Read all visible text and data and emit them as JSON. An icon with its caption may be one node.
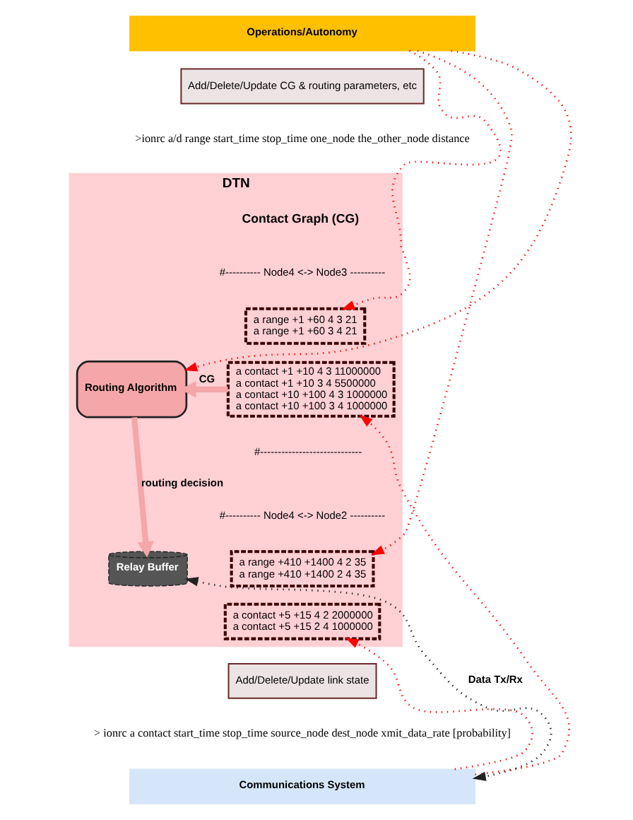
{
  "diagram": {
    "nodes": [
      {
        "text": [
          "Operations/Autonomy"
        ]
      },
      {
        "text": [
          "Add/Delete/Update CG & routing parameters, etc"
        ],
        "beside": [
          ">ionrc a/d range start_time stop_time one_node the_other_node distance"
        ]
      },
      {
        "text": [
          "DTN"
        ]
      },
      {
        "text": [
          "a range +1 +60 4 3 21",
          "a range +1 +60 3 4 21"
        ],
        "in": 2
      },
      {
        "text": [
          "a contact +1 +10 4 3 11000000",
          "a contact +1 +10 3 4 5500000",
          "a contact +10 +100 4 3 1000000",
          "a contact +10 +100 3 4 1000000"
        ],
        "in": 2
      },
      {
        "text": [
          "a range +410 +1400 4 2 35",
          "a range +410 +1400 2 4 35"
        ],
        "in": 2
      },
      {
        "text": [
          "a contact +5 +15 4 2 2000000",
          "a contact +5 +15 2 4 1000000"
        ],
        "in": 2
      },
      {
        "text": [
          "Routing Algorithm"
        ],
        "in": 2
      },
      {
        "text": [
          "Relay Buffer"
        ],
        "in": 2
      },
      {
        "text": [
          "Add/Delete/Update link state"
        ],
        "beside": [
          "> ionrc a contact start_time stop_time source_node dest_node xmit_data_rate [probability]"
        ]
      },
      {
        "text": [
          "Communications System"
        ]
      }
    ],
    "edges": [
      {
        "from": 0,
        "to": 3,
        "arrow": "to",
        "style": "dashed",
        "color": "#ff0000"
      },
      {
        "from": 0,
        "to": 5,
        "arrow": "to",
        "style": "dashed",
        "color": "#ff0000"
      },
      {
        "from": 0,
        "to": 7,
        "arrow": "to",
        "style": "dashed",
        "color": "#ff0000"
      },
      {
        "from": 4,
        "to": 7,
        "arrow": "to",
        "label": "CG",
        "style": "thick",
        "color": "#f4a6a8"
      },
      {
        "from": 7,
        "to": 8,
        "arrow": "to",
        "label": "routing decision",
        "style": "thick",
        "color": "#f4a6a8"
      },
      {
        "from": 10,
        "to": 4,
        "arrow": "to",
        "style": "dashed",
        "color": "#ff0000"
      },
      {
        "from": 10,
        "to": 6,
        "arrow": "to",
        "style": "dashed",
        "color": "#ff0000"
      },
      {
        "from": 8,
        "to": 10,
        "arrow": "both",
        "label": "Data Tx/Rx",
        "style": "dashed",
        "color": "#222222"
      }
    ],
    "labels": [
      "Contact Graph (CG)",
      "#---------- Node4 <-> Node3 ----------",
      "#-----------------------------",
      "#---------- Node4 <-> Node2 ----------"
    ]
  }
}
